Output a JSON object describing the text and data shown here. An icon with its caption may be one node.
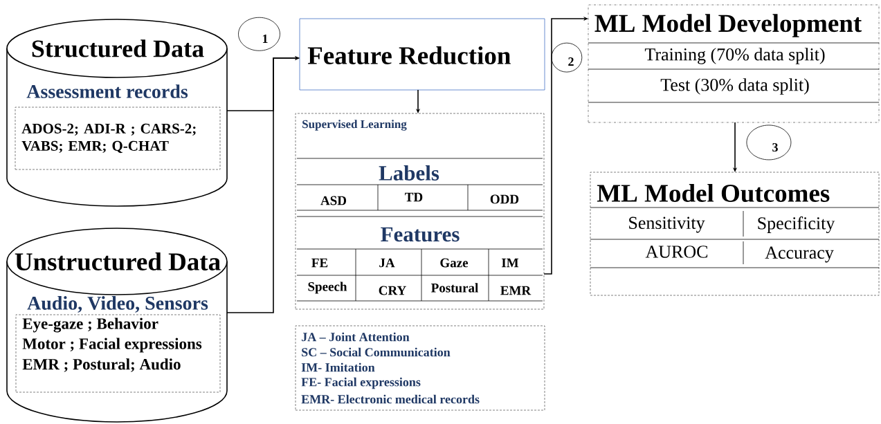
{
  "diagram": {
    "nodes": [
      {
        "text": [
          "Structured Data",
          "Assessment records"
        ]
      },
      {
        "text": [
          "ADOS-2;  ADI-R ; CARS-2; VABS; EMR; Q-CHAT"
        ],
        "in": 0
      },
      {
        "text": [
          "Unstructured Data",
          "Audio, Video, Sensors"
        ]
      },
      {
        "text": [
          "Eye-gaze ; Behavior",
          "Motor ; Facial expressions",
          "EMR ; Postural; Audio"
        ],
        "in": 2
      },
      {
        "text": [
          "1"
        ]
      },
      {
        "text": [
          "Feature Reduction"
        ]
      },
      {
        "text": [
          "Supervised Learning",
          "Labels",
          "ASD",
          "TD",
          "ODD",
          "Features",
          "FE",
          "JA",
          "Gaze",
          "IM",
          "Speech",
          "CRY",
          "Postural",
          "EMR"
        ]
      },
      {
        "text": [
          "JA – Joint Attention",
          "SC – Social Communication",
          "IM- Imitation",
          "FE- Facial expressions",
          "EMR- Electronic medical records"
        ]
      },
      {
        "text": [
          "2"
        ]
      },
      {
        "text": [
          "ML Model Development",
          "Training (70% data split)",
          "Test (30% data split)"
        ]
      },
      {
        "text": [
          "3"
        ]
      },
      {
        "text": [
          "ML Model Outcomes",
          "Sensitivity",
          "Specificity",
          "AUROC",
          "Accuracy"
        ]
      }
    ],
    "edges": [
      {
        "from": 0,
        "to": 5,
        "arrow": "to"
      },
      {
        "from": 2,
        "to": 5,
        "arrow": "to"
      },
      {
        "from": 5,
        "to": 6,
        "arrow": "to"
      },
      {
        "from": 6,
        "to": 9,
        "arrow": "to"
      },
      {
        "from": 9,
        "to": 11,
        "arrow": "to"
      }
    ]
  }
}
